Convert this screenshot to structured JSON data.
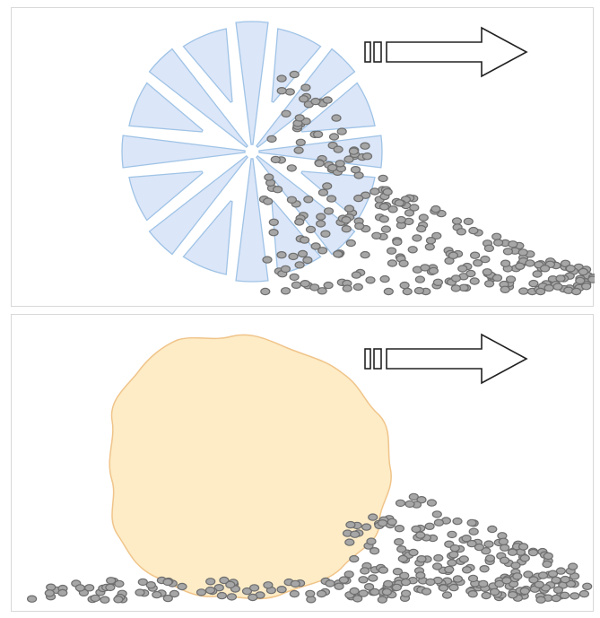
{
  "diagram": {
    "panels": [
      {
        "shape": "bladed-wheel",
        "fill": "#dbe6f8",
        "stroke": "#9fc3e6"
      },
      {
        "shape": "solid-blob",
        "fill": "#fdecc6",
        "stroke": "#f0c48a"
      }
    ],
    "arrow_icon": "motion-arrow-right",
    "particle_fill": "#a6a6a6",
    "particle_stroke": "#6e6e6e"
  }
}
